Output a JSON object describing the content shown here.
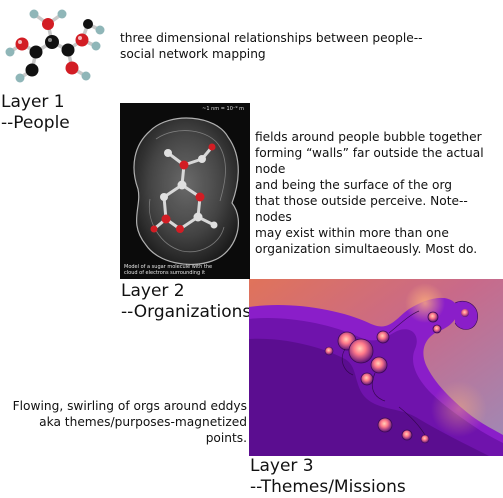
{
  "layer1": {
    "label": "Layer 1\n--People",
    "description": "three dimensional relationships between people--\nsocial network mapping",
    "image_icon": "molecule-ball-stick-image"
  },
  "layer2": {
    "label": "Layer 2\n--Organizations",
    "description": "fields around people bubble together\nforming “walls” far outside the actual node\nand being the surface of the org\nthat those outside perceive. Note--nodes\nmay exist within more than one\norganization simultaeously.  Most do.",
    "image_caption": "Model of a sugar molecule with the\ncloud of electrons surrounding it",
    "image_scale": "~1 nm = 10⁻⁹ m",
    "image_icon": "electron-cloud-molecule-image"
  },
  "layer3": {
    "label": "Layer 3\n--Themes/Missions",
    "description": "Flowing, swirling of orgs around eddys\naka themes/purposes-magnetized points.",
    "image_icon": "fractal-image"
  },
  "colors": {
    "fractal_purple": "#8a1ec9",
    "fractal_orange": "#e0735a",
    "fractal_lavender": "#9d8bb8",
    "molecule_red": "#d21d24",
    "molecule_teal": "#8fb6b8",
    "image_dark": "#0b0b0b"
  }
}
